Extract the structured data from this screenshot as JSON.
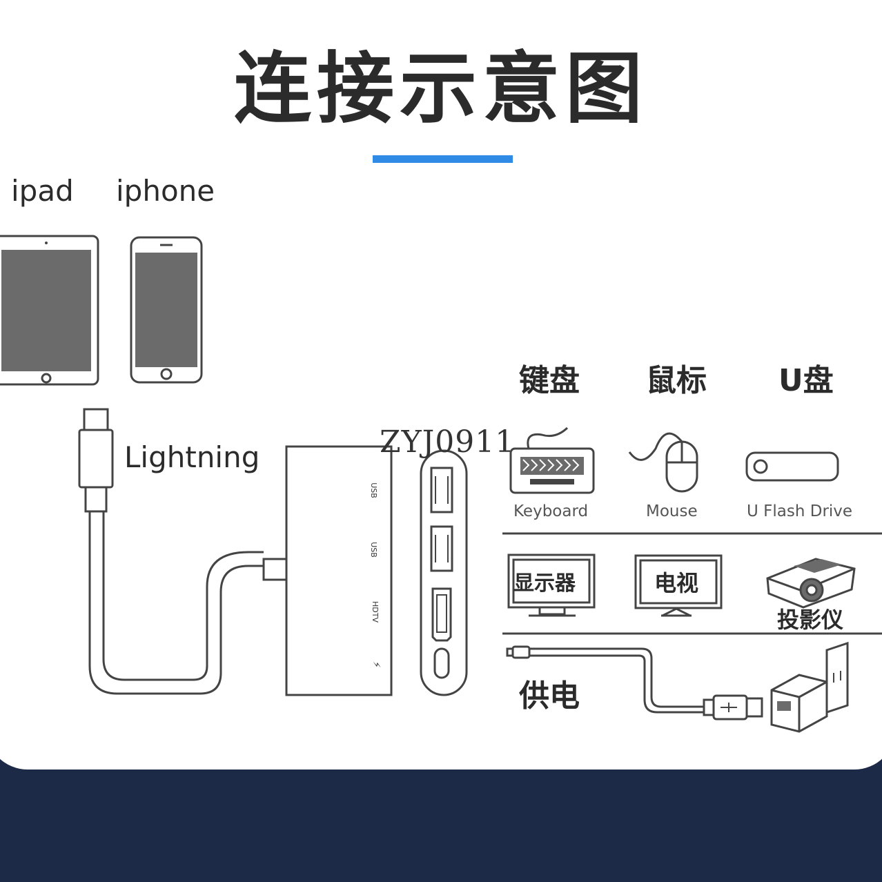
{
  "title": "连接示意图",
  "devices": {
    "ipad": "ipad",
    "iphone": "iphone"
  },
  "cable_label": "Lightning",
  "watermark": "ZYJ0911",
  "adapter_ports": [
    "USB",
    "USB",
    "HDTV",
    "⚡"
  ],
  "usb_devices": {
    "keyboard_cn": "键盘",
    "mouse_cn": "鼠标",
    "udisk_cn": "U盘",
    "keyboard_en": "Keyboard",
    "mouse_en": "Mouse",
    "udisk_en": "U Flash Drive"
  },
  "display_devices": {
    "monitor": "显示器",
    "tv": "电视",
    "projector": "投影仪"
  },
  "power_label": "供电",
  "colors": {
    "accent": "#2f8be6",
    "footer": "#1d2a47",
    "screen": "#6b6b6b"
  }
}
